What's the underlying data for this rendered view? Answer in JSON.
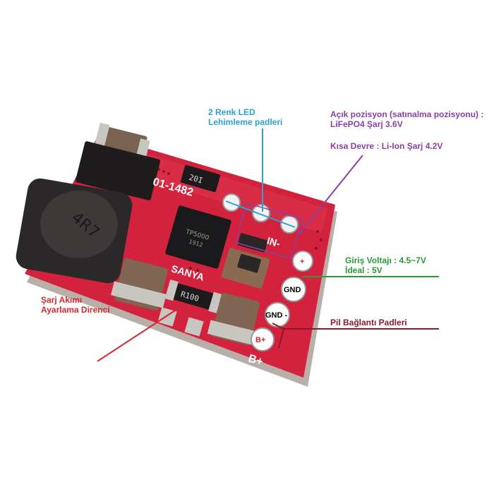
{
  "labels": {
    "led": {
      "line1": "2 Renk LED",
      "line2": "Lehimleme padleri"
    },
    "open_position": {
      "line1": "Açık pozisyon (satınalma pozisyonu) :",
      "line2": "LiFePO4 Şarj 3.6V"
    },
    "short_circuit": "Kısa Devre : Li-Ion Şarj 4.2V",
    "input_voltage": {
      "line1": "Giriş Voltajı : 4.5~7V",
      "line2": "İdeal : 5V"
    },
    "battery_pads": "Pil Bağlantı Padleri",
    "charge_resistor": {
      "line1": "Şarj Akımı",
      "line2": "Ayarlama Direnci"
    }
  },
  "pads": {
    "plus": "+",
    "gnd": "GND",
    "gnd_minus": "GND -",
    "bplus": "B+"
  },
  "silkscreen": {
    "board_id": "01-1482",
    "brand": "SANYA",
    "in": "IN-",
    "bplus": "B+"
  },
  "components": {
    "chip_text": "TP5000",
    "chip_code": "1912",
    "resistor": "R100",
    "diode_code": "20I",
    "inductor_mark": "4R7"
  },
  "colors": {
    "board": "#d3223e",
    "led_line": "#2aa3cf",
    "purple_line": "#8b3fa3",
    "green_line": "#2a9a3a",
    "dark_line": "#8a1a2a",
    "red_text": "#d8262b"
  }
}
